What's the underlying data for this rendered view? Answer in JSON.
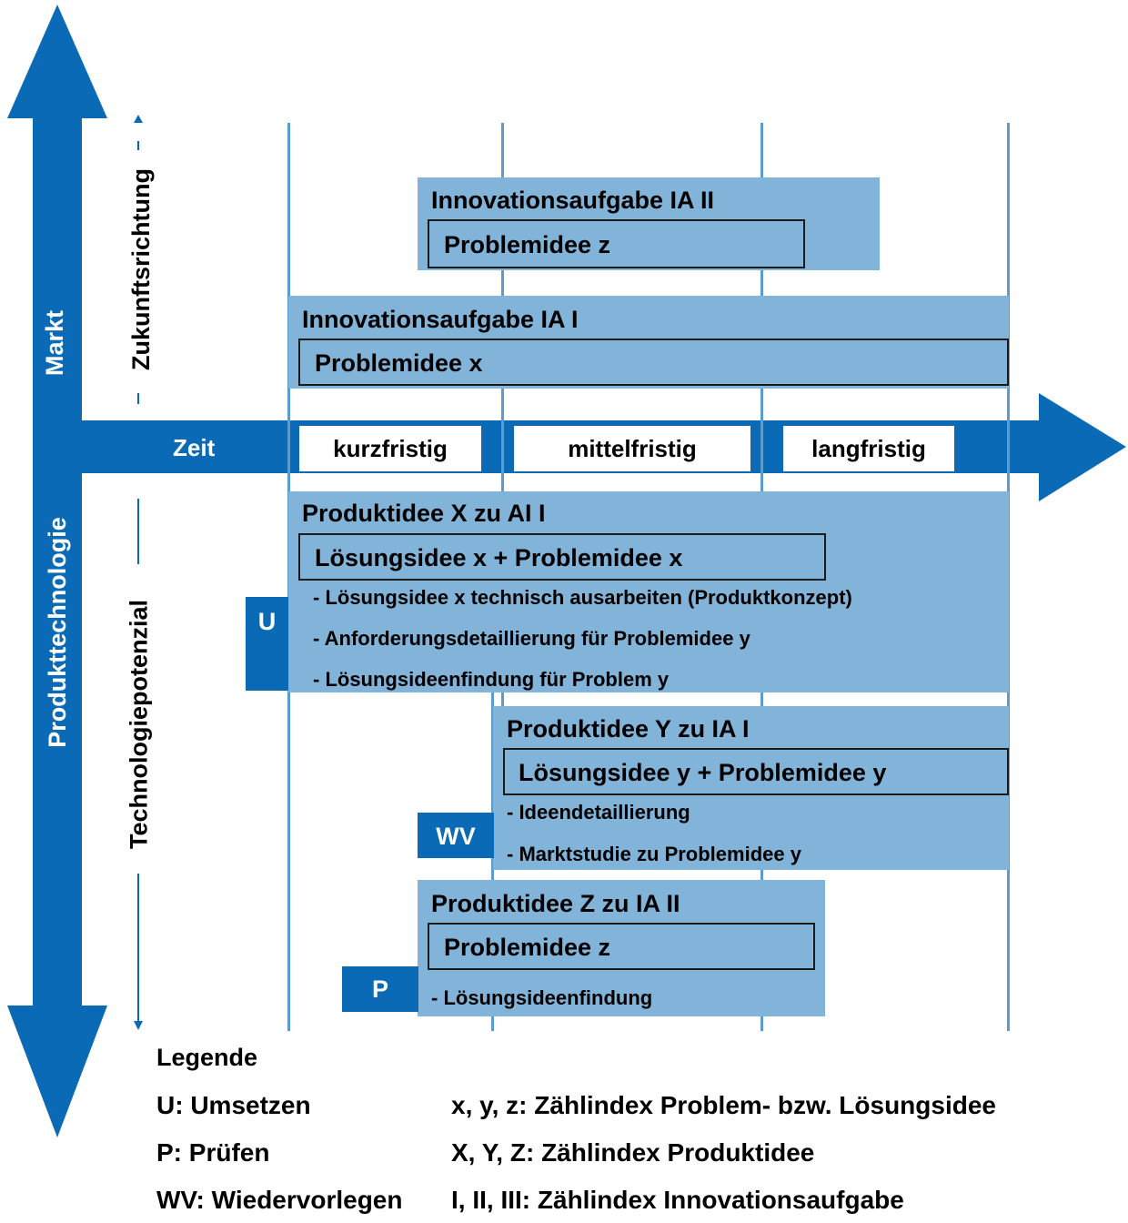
{
  "axes": {
    "up_label": "Markt",
    "down_label": "Produkttechnologie",
    "time_label": "Zeit",
    "future_label": "Zukunftsrichtung",
    "tech_label": "Technologiepotenzial"
  },
  "periods": [
    "kurzfristig",
    "mittelfristig",
    "langfristig"
  ],
  "ia2": {
    "title": "Innovationsaufgabe IA II",
    "box": "Problemidee z"
  },
  "ia1": {
    "title": "Innovationsaufgabe IA I",
    "box": "Problemidee x"
  },
  "px": {
    "title": "Produktidee X zu AI I",
    "box": "Lösungsidee x + Problemidee x",
    "items": [
      "- Lösungsidee x technisch ausarbeiten (Produktkonzept)",
      "- Anforderungsdetaillierung für Problemidee y",
      "- Lösungsideenfindung für Problem y"
    ],
    "tag": "U"
  },
  "py": {
    "title": "Produktidee Y zu IA I",
    "box": "Lösungsidee y + Problemidee y",
    "items": [
      "- Ideendetaillierung",
      "- Marktstudie zu Problemidee y"
    ],
    "tag": "WV"
  },
  "pz": {
    "title": "Produktidee Z zu IA II",
    "box": "Problemidee z",
    "items": [
      "- Lösungsideenfindung"
    ],
    "tag": "P"
  },
  "legend": {
    "title": "Legende",
    "left": [
      "U: Umsetzen",
      "P: Prüfen",
      "WV: Wiedervorlegen"
    ],
    "right": [
      "x, y, z: Zählindex Problem- bzw. Lösungsidee",
      "X, Y, Z: Zählindex Produktidee",
      "I, II, III: Zählindex Innovationsaufgabe"
    ]
  },
  "colors": {
    "arrow": "#0a6ab5",
    "band": "#82b4d9",
    "grid": "#5a9ccf"
  }
}
